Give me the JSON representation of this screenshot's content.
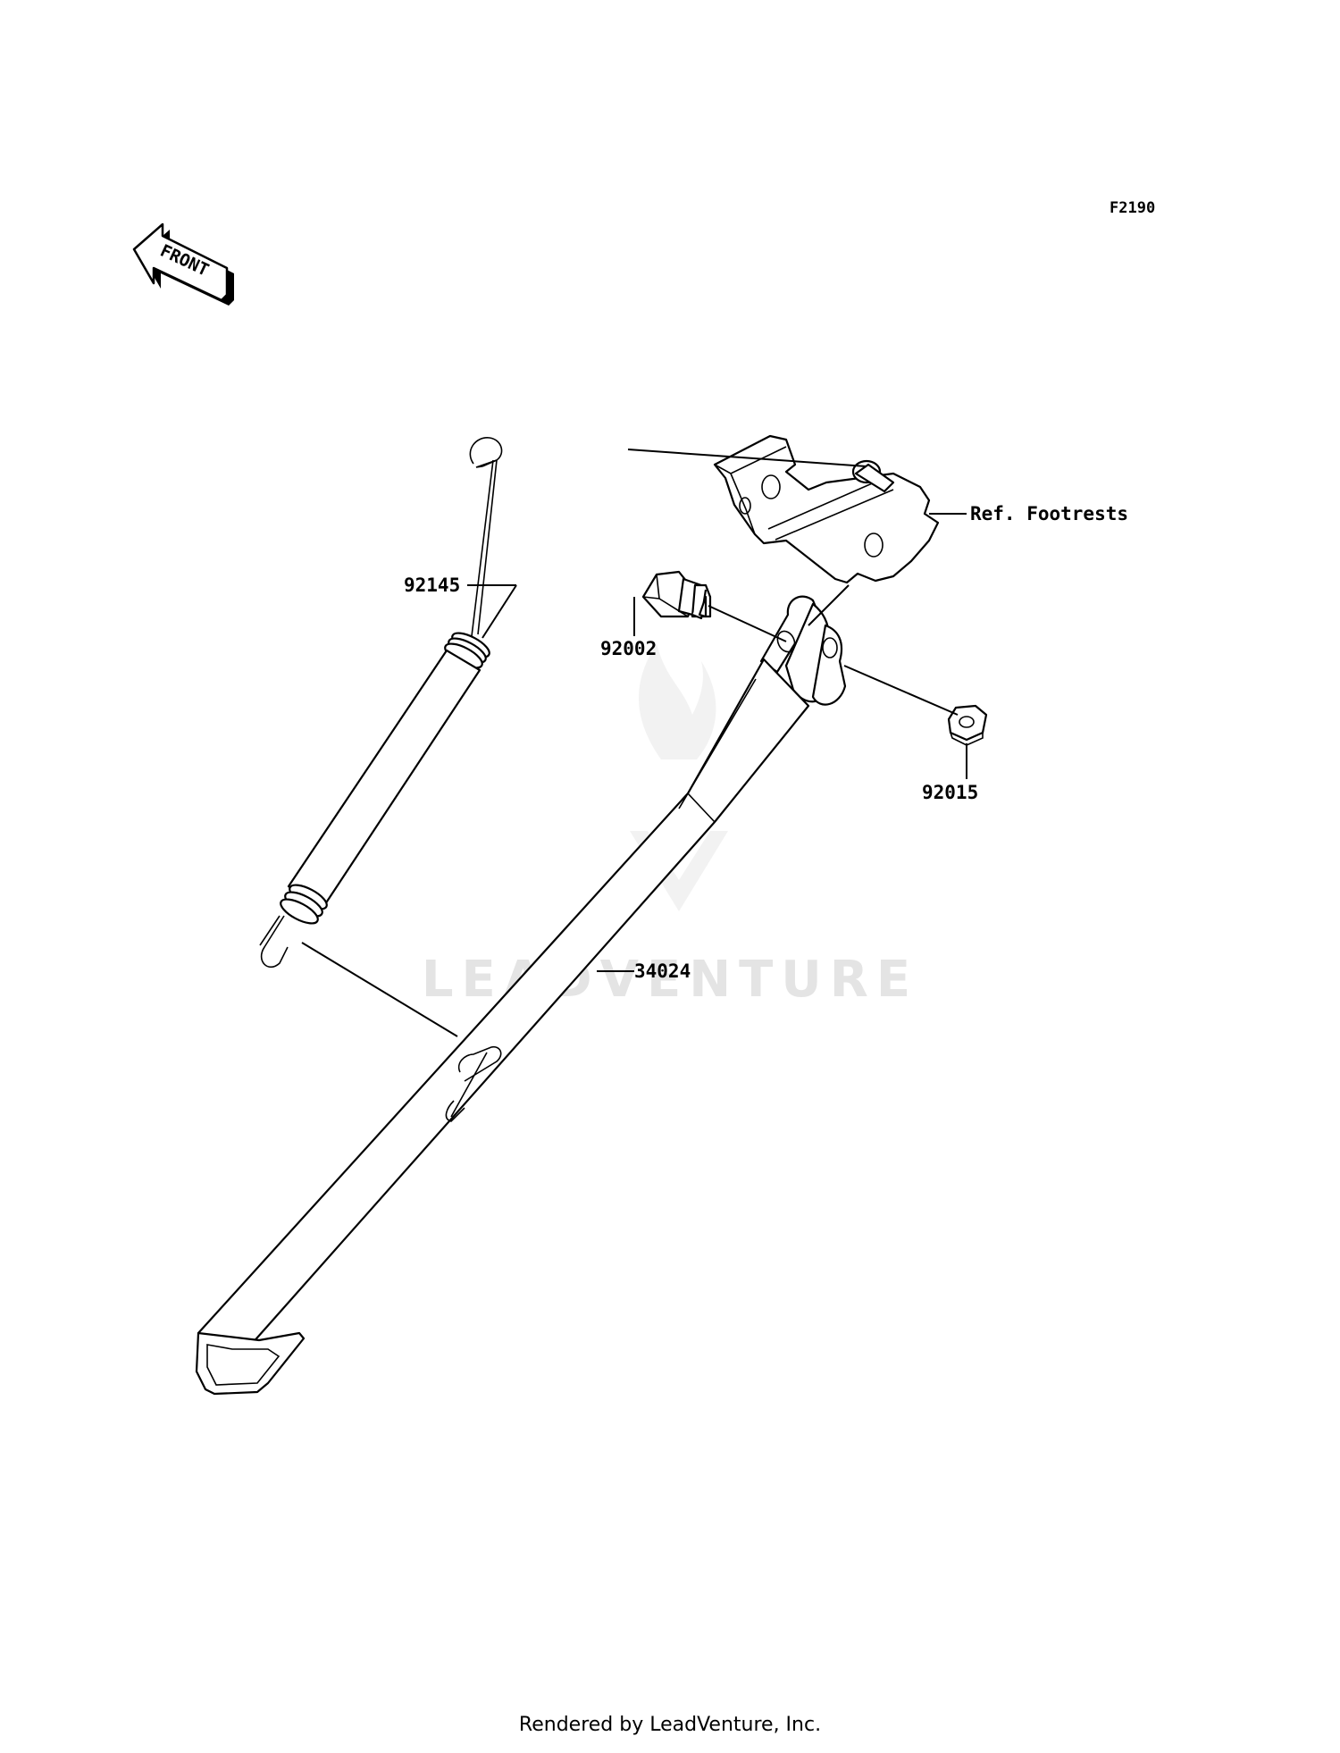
{
  "figure_code": "F2190",
  "front_arrow_label": "FRONT",
  "watermark": "LEADVENTURE",
  "callouts": {
    "spring": "92145",
    "bolt": "92002",
    "nut": "92015",
    "stand": "34024",
    "bracket_ref": "Ref. Footrests"
  },
  "footer": "Rendered by LeadVenture, Inc."
}
